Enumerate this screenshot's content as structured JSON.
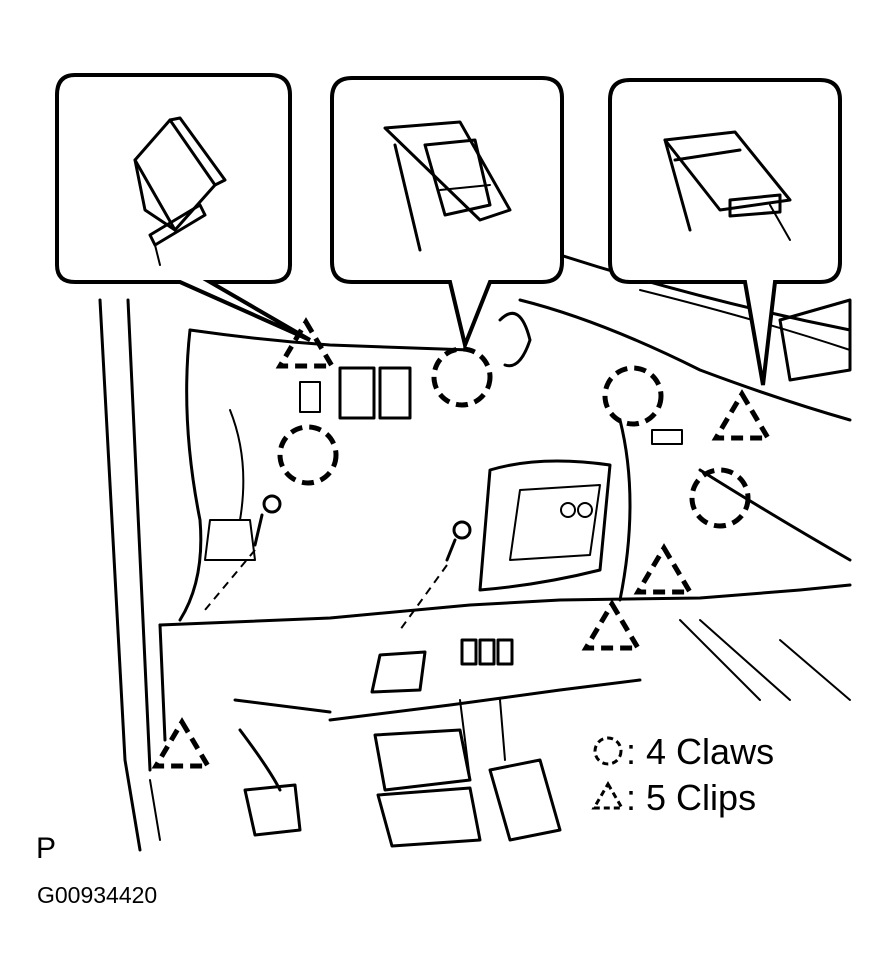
{
  "legend": {
    "claws_label": "4 Claws",
    "clips_label": "5 Clips",
    "separator": ":"
  },
  "view_marker": "P",
  "figure_id": "G00934420"
}
